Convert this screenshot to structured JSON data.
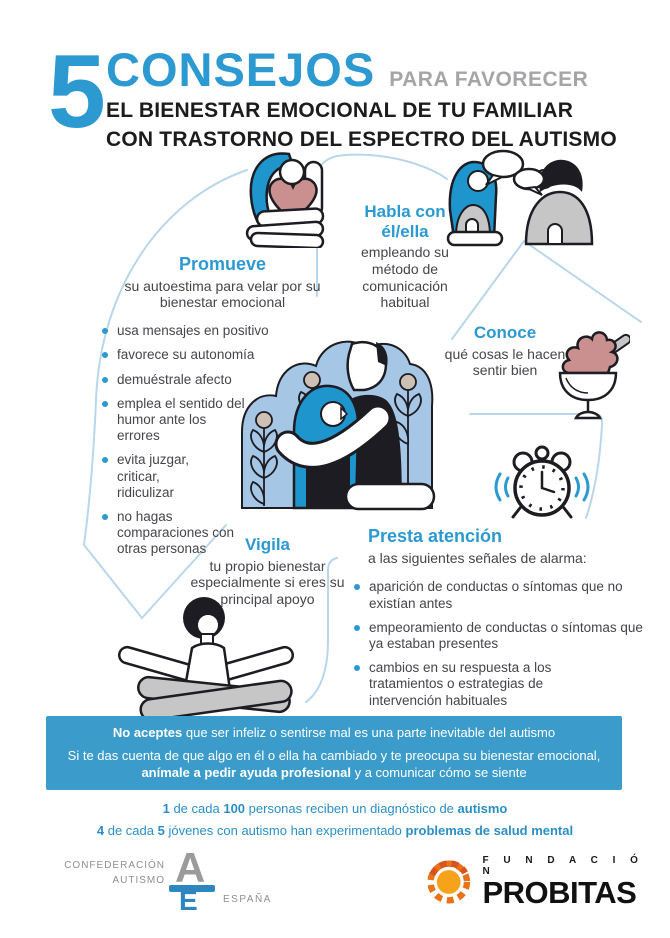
{
  "header": {
    "big_number": "5",
    "title_main": "CONSEJOS",
    "title_suffix": "PARA FAVORECER",
    "subtitle_line1": "EL BIENESTAR EMOCIONAL DE TU FAMILIAR",
    "subtitle_line2": "CON TRASTORNO DEL ESPECTRO DEL AUTISMO"
  },
  "sections": {
    "promueve": {
      "title": "Promueve",
      "subtitle": "su autoestima para velar por su bienestar emocional",
      "bullets": [
        "usa mensajes en positivo",
        "favorece su autonomía",
        "demuéstrale afecto",
        "emplea el sentido del humor ante los errores",
        "evita juzgar, criticar, ridiculizar",
        "no hagas comparaciones con otras personas"
      ]
    },
    "habla": {
      "title": "Habla con él/ella",
      "subtitle": "empleando su método de comunicación habitual"
    },
    "conoce": {
      "title": "Conoce",
      "subtitle": "qué cosas le hacen sentir bien"
    },
    "presta": {
      "title": "Presta atención",
      "subtitle": "a las siguientes señales de alarma:",
      "bullets": [
        "aparición de conductas o síntomas que no existían antes",
        "empeoramiento de conductas o síntomas que ya estaban presentes",
        "cambios en su respuesta a los tratamientos o estrategias de intervención habituales"
      ]
    },
    "vigila": {
      "title": "Vigila",
      "subtitle": "tu propio bienestar especialmente si eres su principal apoyo"
    }
  },
  "banner": {
    "line1_bold": "No aceptes",
    "line1_rest": " que ser infeliz o sentirse mal es una parte inevitable del autismo",
    "line2_part1": "Si te das cuenta de que algo en él o ella ha cambiado y te preocupa su bienestar emocional, ",
    "line2_bold": "anímale a pedir ayuda profesional",
    "line2_part2": " y a comunicar cómo se siente"
  },
  "stats": {
    "stat1": {
      "n1": "1",
      "t1": " de cada ",
      "n2": "100",
      "t2": " personas reciben un diagnóstico de ",
      "n3": "autismo"
    },
    "stat2": {
      "n1": "4",
      "t1": " de cada ",
      "n2": "5",
      "t2": " jóvenes con autismo han experimentado ",
      "n3": "problemas de salud mental"
    }
  },
  "footer": {
    "confederacion": {
      "line1": "CONFEDERACIÓN",
      "line2": "AUTISMO",
      "line3": "ESPAÑA",
      "mark_a": "A",
      "mark_e": "E"
    },
    "probitas": {
      "line1": "F U N D A C I Ó N",
      "line2": "PROBITAS"
    }
  },
  "colors": {
    "accent": "#2C99D1",
    "banner_bg": "#3B9CCB",
    "hair_blue": "#1E96CD",
    "cloud_blue": "#A5C6E4",
    "mauve": "#C9908F",
    "orange": "#F7A21B"
  },
  "illustrations": [
    "person-hugging-heart",
    "two-people-talking",
    "ice-cream-sundae",
    "parent-hugging-child-with-plants",
    "ringing-alarm-clock",
    "person-meditating"
  ]
}
